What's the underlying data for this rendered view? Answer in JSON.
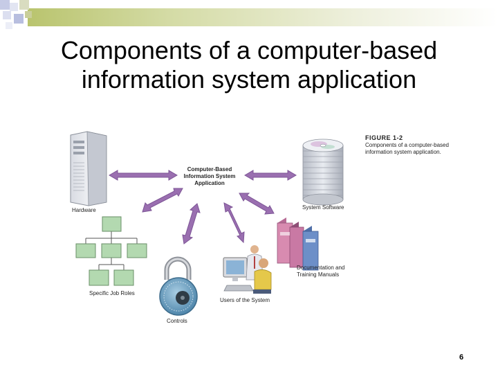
{
  "slide": {
    "title": "Components of a computer-based information system application",
    "page_number": "6"
  },
  "figure": {
    "caption_heading": "FIGURE 1-2",
    "caption_text": "Components of a computer-based information system application.",
    "center_label": "Computer-Based Information System Application",
    "components": {
      "hardware": "Hardware",
      "system_software": "System Software",
      "job_roles": "Specific Job Roles",
      "documentation": "Documentation and Training Manuals",
      "users": "Users of the System",
      "controls": "Controls"
    }
  },
  "colors": {
    "arrow": "#9a6fb0",
    "org_box": "#b3d9b0",
    "binder_pink": "#d88bb0",
    "binder_blue": "#6d8fc8",
    "lock_body": "#6fa3c4"
  }
}
